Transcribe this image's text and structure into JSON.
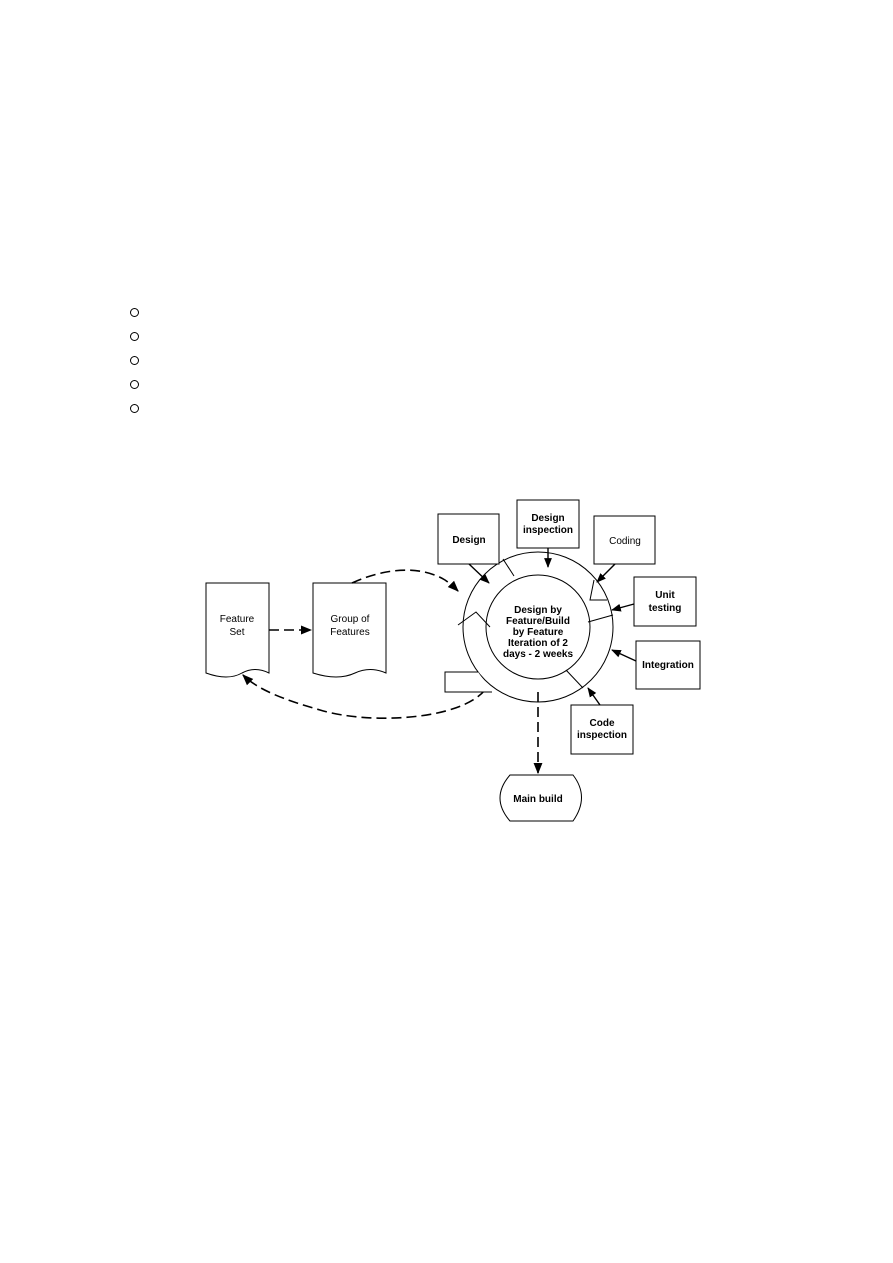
{
  "bullets": [
    "",
    "",
    "",
    "",
    ""
  ],
  "diagram": {
    "documents": {
      "feature_set": [
        "Feature",
        "Set"
      ],
      "group_of_features": [
        "Group of",
        "Features"
      ]
    },
    "center": [
      "Design by",
      "Feature/Build",
      "by Feature",
      "Iteration of 2",
      "days - 2 weeks"
    ],
    "steps": {
      "design": [
        "Design"
      ],
      "design_inspection": [
        "Design",
        "inspection"
      ],
      "coding": [
        "Coding"
      ],
      "unit_testing": [
        "Unit",
        "testing"
      ],
      "integration": [
        "Integration"
      ],
      "code_inspection": [
        "Code",
        "inspection"
      ]
    },
    "output": "Main build"
  }
}
